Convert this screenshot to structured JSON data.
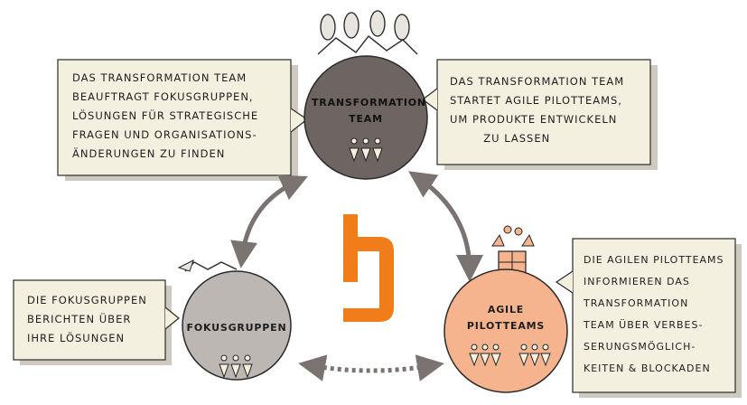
{
  "nodes": {
    "transformation_team": {
      "label": "Transformation\nTeam",
      "fill": "#6e6562"
    },
    "fokusgruppen": {
      "label": "Fokusgruppen",
      "fill": "#bdb7b4"
    },
    "agile_pilotteams": {
      "label": "Agile\nPilotteams",
      "fill": "#f6b48e"
    }
  },
  "notes": {
    "left_top": "Das Transformation Team\nbeauftragt Fokusgruppen,\nLösungen für strategische\nFragen und Organisations-\nänderungen zu finden",
    "right_top": "Das Transformation Team\nstartet agile Pilotteams,\num Produkte entwickeln\n        zu lassen",
    "left_bottom": "Die Fokusgruppen\nberichten über\nihre Lösungen",
    "right_bottom": "Die agilen Pilotteams\ninformieren das\nTransformation\nTeam über Verbes-\nserungsmöglich-\nkeiten & Blockaden"
  },
  "colors": {
    "note_bg": "#f4f0df",
    "arrow": "#7a7371",
    "logo": "#f07c1a"
  },
  "logo": {
    "icon": "b-logo-icon"
  }
}
